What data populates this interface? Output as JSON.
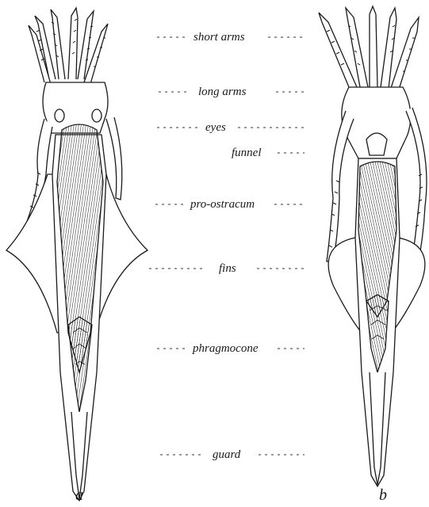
{
  "labels": {
    "short_arms": "short arms",
    "long_arms": "long arms",
    "eyes": "eyes",
    "funnel": "funnel",
    "pro_ostracum": "pro-ostracum",
    "fins": "fins",
    "phragmocone": "phragmocone",
    "guard": "guard"
  },
  "figures": {
    "a": "a",
    "b": "b"
  },
  "colors": {
    "ink": "#1a1a1a",
    "paper": "#ffffff"
  }
}
